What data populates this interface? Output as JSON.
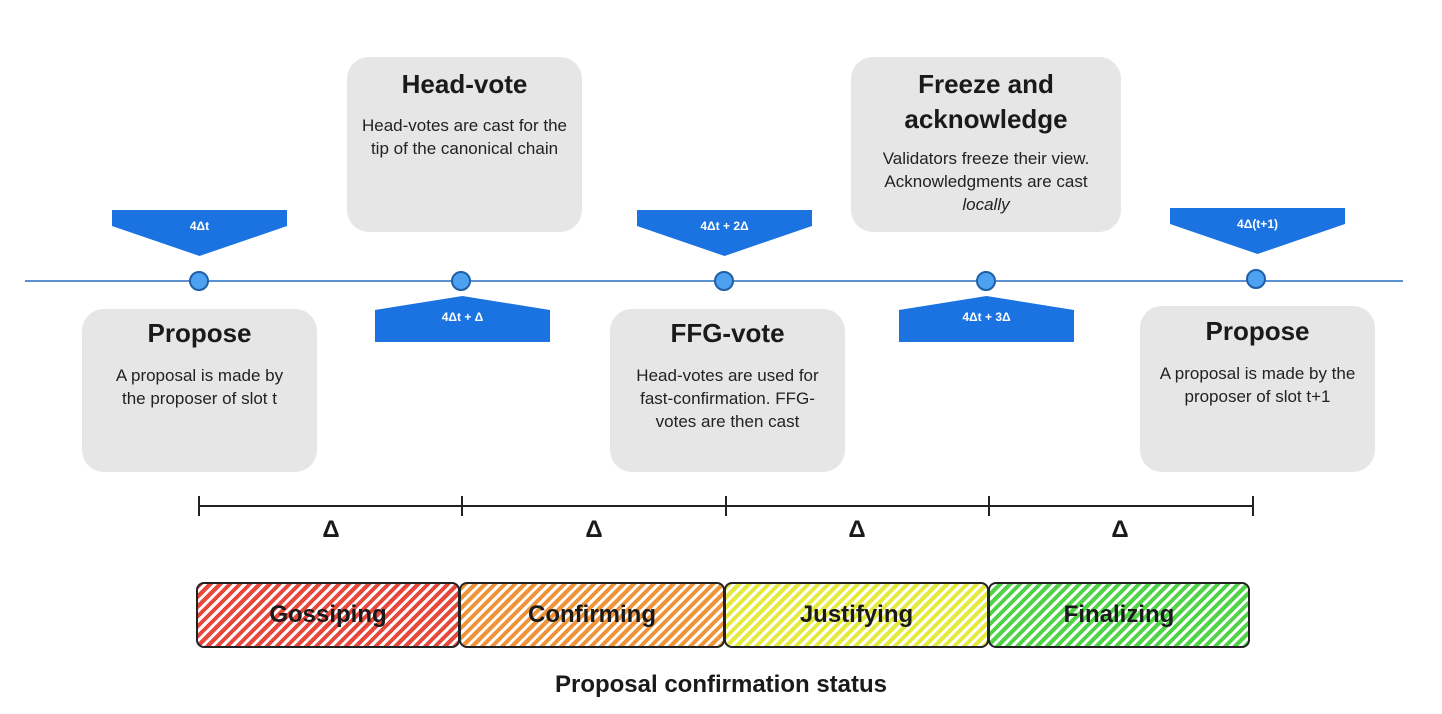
{
  "phases": [
    {
      "id": "propose-1",
      "title": "Propose",
      "desc": "A proposal is made by the proposer of slot t"
    },
    {
      "id": "head-vote",
      "title": "Head-vote",
      "desc": "Head-votes are cast for the tip of the canonical chain"
    },
    {
      "id": "ffg-vote",
      "title": "FFG-vote",
      "desc": "Head-votes are used for fast-confirmation. FFG-votes are then cast"
    },
    {
      "id": "freeze",
      "title": "Freeze and acknowledge",
      "desc_pre": "Validators freeze their view. Acknowledgments are cast ",
      "desc_em": "locally"
    },
    {
      "id": "propose-2",
      "title": "Propose",
      "desc": "A proposal is made by the proposer of slot t+1"
    }
  ],
  "time_markers": [
    "4Δt",
    "4Δt + Δ",
    "4Δt + 2Δ",
    "4Δt + 3Δ",
    "4Δ(t+1)"
  ],
  "intervals": [
    "Δ",
    "Δ",
    "Δ",
    "Δ"
  ],
  "statuses": [
    {
      "label": "Gossiping",
      "color": "#e8473c"
    },
    {
      "label": "Confirming",
      "color": "#f0943a"
    },
    {
      "label": "Justifying",
      "color": "#e6ea3c"
    },
    {
      "label": "Finalizing",
      "color": "#4fd447"
    }
  ],
  "caption": "Proposal confirmation status",
  "colors": {
    "timeline": "#5b8fd1",
    "marker": "#1a73e0",
    "node": "#4ea1f0",
    "box": "#e6e6e6"
  }
}
